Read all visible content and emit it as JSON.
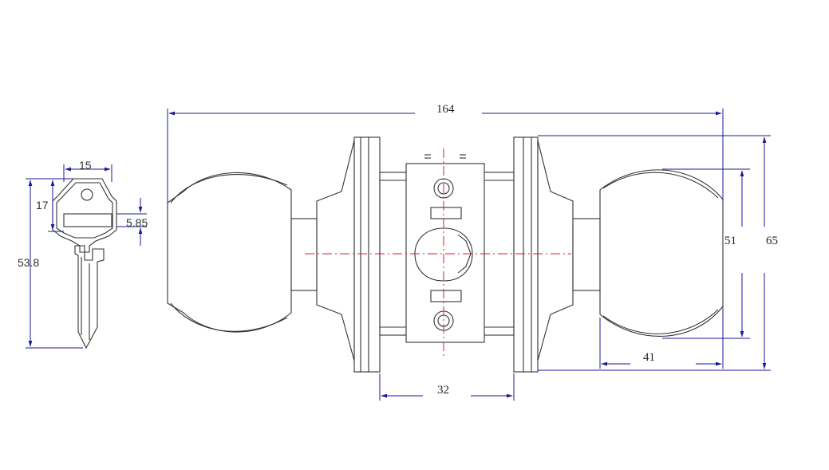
{
  "dimensions": {
    "overall_length": "164",
    "rose_spacing": "32",
    "knob_depth": "41",
    "knob_diameter": "51",
    "rose_diameter": "65"
  },
  "key_dimensions": {
    "bow_width": "15",
    "bow_height": "17",
    "head_offset": "5.85",
    "total_length": "53.8"
  }
}
